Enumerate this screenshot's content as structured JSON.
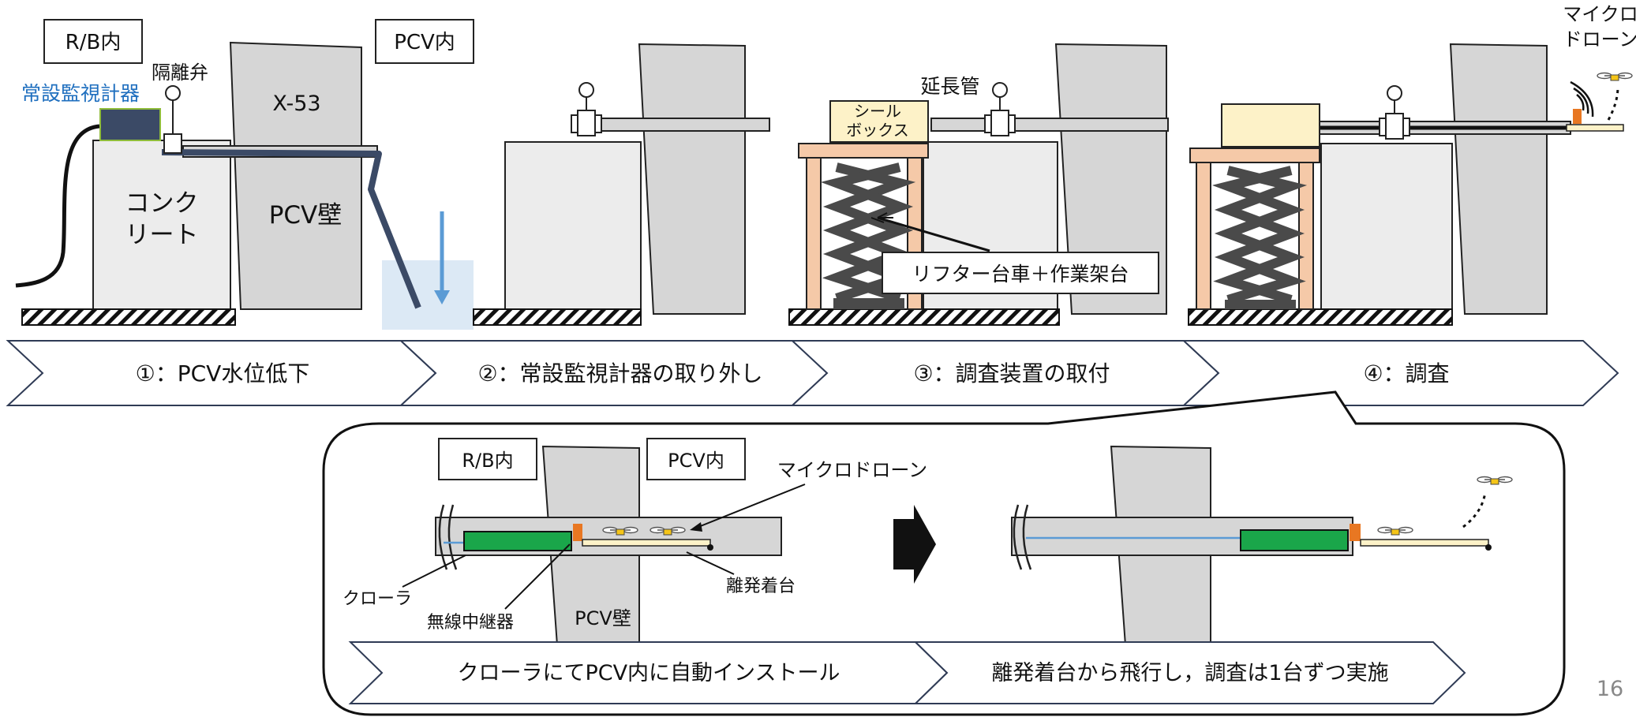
{
  "stage1": {
    "rb_label": "R/B内",
    "pcv_label": "PCV内",
    "valve_label": "隔離弁",
    "monitor_label": "常設監視計器",
    "penetration_label": "X-53",
    "concrete_line1": "コンク",
    "concrete_line2": "リート",
    "pcv_wall_label": "PCV壁"
  },
  "stage3": {
    "extension_label": "延長管",
    "sealbox_line1": "シール",
    "sealbox_line2": "ボックス",
    "lifter_label": "リフター台車＋作業架台"
  },
  "stage4": {
    "drone_line1": "マイクロ",
    "drone_line2": "ドローン"
  },
  "steps": [
    {
      "label": "①：PCV水位低下"
    },
    {
      "label": "②：常設監視計器の取り外し"
    },
    {
      "label": "③：調査装置の取付"
    },
    {
      "label": "④：調査"
    }
  ],
  "detail": {
    "rb_label": "R/B内",
    "pcv_label": "PCV内",
    "drone_label": "マイクロドローン",
    "crawler_label": "クローラ",
    "relay_label": "無線中継器",
    "pcv_wall_label": "PCV壁",
    "launch_pad_label": "離発着台",
    "steps": [
      {
        "label": "クローラにてPCV内に自動インストール"
      },
      {
        "label": "離発着台から飛行し，調査は1台ずつ実施"
      }
    ]
  },
  "page_number": "16",
  "colors": {
    "wall_gray": "#d6d6d6",
    "concrete_gray": "#ececec",
    "monitor_navy": "#3b4a66",
    "monitor_blue_text": "#1f6fbf",
    "water_blue": "#dce9f5",
    "arrow_blue": "#5b9bd5",
    "stand_peach": "#f5c9a8",
    "scissor_gray": "#4a4a4a",
    "sealbox_yellow": "#fdf2c8",
    "crawler_green": "#1aa64a",
    "relay_orange": "#e87722",
    "drone_yellow": "#f5c518",
    "chevron_navy": "#2f3b55"
  }
}
